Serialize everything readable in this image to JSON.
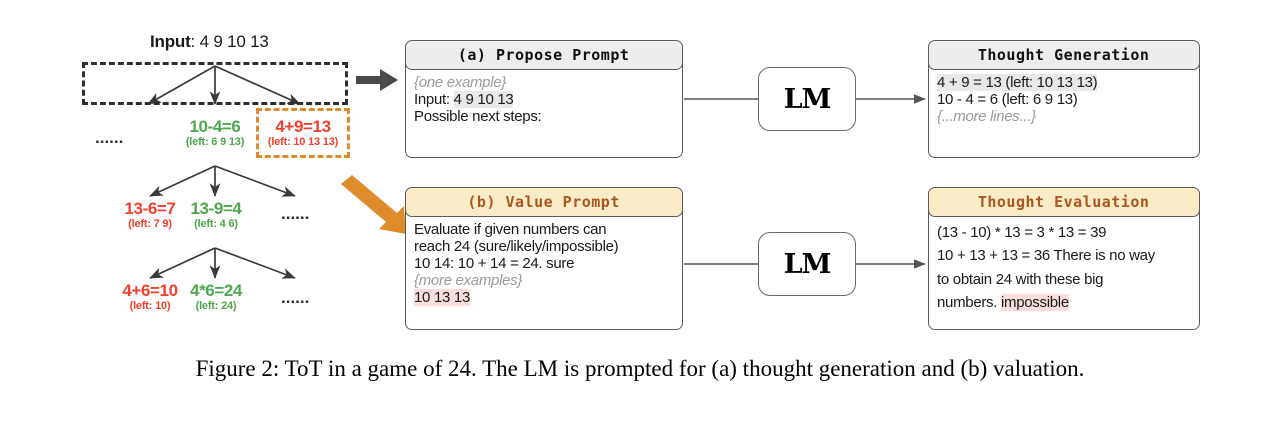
{
  "figure": {
    "caption": "Figure 2: ToT in a game of 24. The LM is prompted for (a) thought generation and (b) valuation."
  },
  "colors": {
    "green": "#4EA64E",
    "red": "#F0402E",
    "orange": "#E08A2E",
    "brown_text": "#A8571F",
    "header_gray": "#EDEDED",
    "header_cream": "#FBECC8",
    "highlight_gray": "#E8E8E8",
    "highlight_pink": "#FBDDDD",
    "muted": "#9A9A9A"
  },
  "tree": {
    "input_label": "Input",
    "input_separator": ": ",
    "input_numbers": "4 9 10 13",
    "level1": {
      "ellipsis": "......",
      "nodes": [
        {
          "expr": "10-4=6",
          "left": "(left: 6 9 13)",
          "status": "green"
        },
        {
          "expr": "4+9=13",
          "left": "(left: 10 13 13)",
          "status": "red"
        }
      ]
    },
    "level2": {
      "ellipsis": "......",
      "nodes": [
        {
          "expr": "13-6=7",
          "left": "(left: 7 9)",
          "status": "red"
        },
        {
          "expr": "13-9=4",
          "left": "(left: 4 6)",
          "status": "green"
        }
      ]
    },
    "level3": {
      "ellipsis": "......",
      "nodes": [
        {
          "expr": "4+6=10",
          "left": "(left: 10)",
          "status": "red"
        },
        {
          "expr": "4*6=24",
          "left": "(left: 24)",
          "status": "green"
        }
      ]
    }
  },
  "propose_prompt": {
    "header": "(a) Propose Prompt",
    "line_example": "{one example}",
    "line_input_prefix": "Input: ",
    "line_input_numbers": "4 9 10 13",
    "line_steps": "Possible next steps:"
  },
  "value_prompt": {
    "header": "(b) Value Prompt",
    "line1": "Evaluate if given numbers can",
    "line2": "reach 24 (sure/likely/impossible)",
    "line3": "10 14: 10 + 14 = 24. sure",
    "line4": "{more examples}",
    "line5": "10 13 13"
  },
  "thought_generation": {
    "header": "Thought Generation",
    "line1": "4 + 9 = 13 (left: 10 13 13)",
    "line2": "10 - 4 = 6 (left: 6 9 13)",
    "line3": "{...more lines...}"
  },
  "thought_evaluation": {
    "header": "Thought Evaluation",
    "line1": "(13 - 10) * 13 = 3 * 13 = 39",
    "line2": "10 + 13 + 13 = 36 There is no way",
    "line3": "to obtain 24 with these big",
    "line4_prefix": "numbers. ",
    "line4_verdict": "impossible"
  },
  "lm": {
    "top_label": "LM",
    "bottom_label": "LM"
  }
}
